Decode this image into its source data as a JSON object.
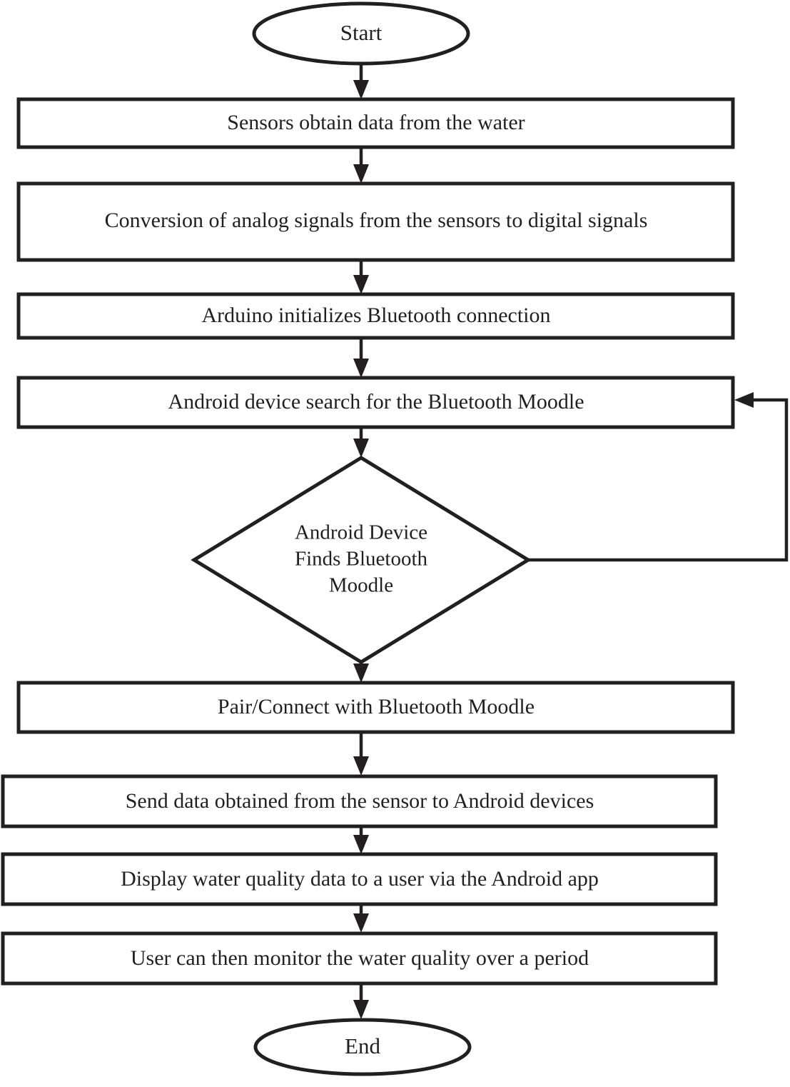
{
  "diagram": {
    "title": "Water quality monitoring system flowchart",
    "type": "flowchart",
    "background_color": "#ffffff",
    "line_color": "#231f20",
    "fill_color": "#ffffff"
  },
  "nodes": [
    {
      "id": "start",
      "shape": "ellipse",
      "label": "Start"
    },
    {
      "id": "sensors-obtain-data",
      "shape": "rectangle",
      "label": "Sensors obtain data from the water"
    },
    {
      "id": "analog-to-digital",
      "shape": "rectangle",
      "label": "Conversion of analog signals from the sensors to digital signals"
    },
    {
      "id": "arduino-init-bluetooth",
      "shape": "rectangle",
      "label": "Arduino initializes Bluetooth connection"
    },
    {
      "id": "android-search",
      "shape": "rectangle",
      "label": "Android device search for the Bluetooth Moodle"
    },
    {
      "id": "decision-finds-moodle",
      "shape": "diamond",
      "label_lines": [
        "Android Device",
        "Finds Bluetooth",
        "Moodle"
      ]
    },
    {
      "id": "pair-connect",
      "shape": "rectangle",
      "label": "Pair/Connect with Bluetooth Moodle"
    },
    {
      "id": "send-data",
      "shape": "rectangle",
      "label": "Send data obtained from the sensor to Android devices"
    },
    {
      "id": "display-data",
      "shape": "rectangle",
      "label": "Display water quality data to a user via the Android app"
    },
    {
      "id": "monitor-period",
      "shape": "rectangle",
      "label": "User can then monitor the water quality over a period"
    },
    {
      "id": "end",
      "shape": "ellipse",
      "label": "End"
    }
  ],
  "edges": [
    {
      "id": "start-to-sensors",
      "from": "start",
      "to": "sensors-obtain-data",
      "label": ""
    },
    {
      "id": "sensors-to-conversion",
      "from": "sensors-obtain-data",
      "to": "analog-to-digital",
      "label": ""
    },
    {
      "id": "conversion-to-arduino",
      "from": "analog-to-digital",
      "to": "arduino-init-bluetooth",
      "label": ""
    },
    {
      "id": "arduino-to-search",
      "from": "arduino-init-bluetooth",
      "to": "android-search",
      "label": ""
    },
    {
      "id": "search-to-decision",
      "from": "android-search",
      "to": "decision-finds-moodle",
      "label": ""
    },
    {
      "id": "decision-to-pair",
      "from": "decision-finds-moodle",
      "to": "pair-connect",
      "label": ""
    },
    {
      "id": "decision-loopback-to-search",
      "from": "decision-finds-moodle",
      "to": "android-search",
      "label": ""
    },
    {
      "id": "pair-to-send",
      "from": "pair-connect",
      "to": "send-data",
      "label": ""
    },
    {
      "id": "send-to-display",
      "from": "send-data",
      "to": "display-data",
      "label": ""
    },
    {
      "id": "display-to-monitor",
      "from": "display-data",
      "to": "monitor-period",
      "label": ""
    },
    {
      "id": "monitor-to-end",
      "from": "monitor-period",
      "to": "end",
      "label": ""
    }
  ]
}
